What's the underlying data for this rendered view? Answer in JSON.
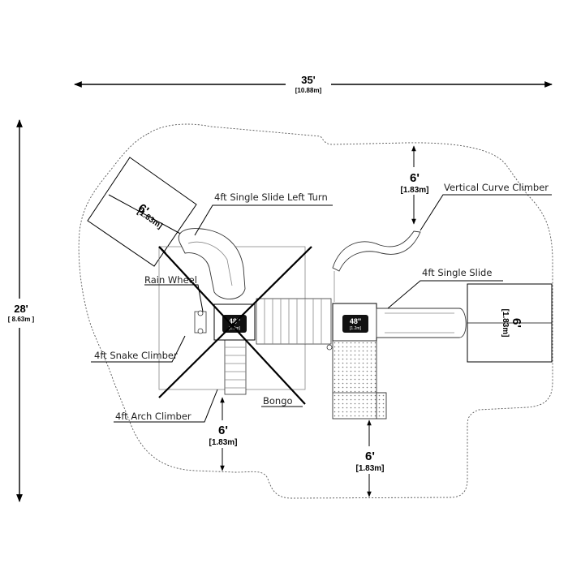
{
  "dimensions": {
    "width_main": "35'",
    "width_sub": "[10.88m]",
    "height_main": "28'",
    "height_sub": "[ 8.63m ]"
  },
  "clearances": {
    "top_main": "6'",
    "top_sub": "[1.83m]",
    "bottom_left_main": "6'",
    "bottom_left_sub": "[1.83m]",
    "bottom_right_main": "6'",
    "bottom_right_sub": "[1.83m]",
    "left_zone_main": "6'",
    "left_zone_sub": "[1.83m]",
    "right_zone_main": "6'",
    "right_zone_sub": "[1.83m]"
  },
  "callouts": {
    "slide_left_turn": "4ft Single Slide Left Turn",
    "vertical_curve_climber": "Vertical Curve Climber",
    "single_slide": "4ft Single Slide",
    "rain_wheel": "Rain Wheel",
    "snake_climber": "4ft Snake Climber",
    "bongo": "Bongo",
    "arch_climber": "4ft Arch Climber"
  },
  "decks": {
    "left_main": "48''",
    "left_sub": "[1.2m]",
    "right_main": "48''",
    "right_sub": "[1.2m]"
  },
  "colors": {
    "line": "#000000",
    "deck": "#111111",
    "gray": "#888888"
  }
}
